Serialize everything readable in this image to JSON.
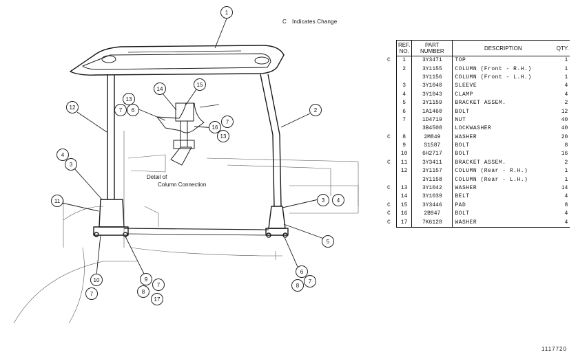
{
  "legend_note": {
    "symbol": "C",
    "text": "Indicates Change"
  },
  "detail_label": {
    "line1": "Detail of",
    "line2": "Column Connection"
  },
  "figure_id": "1117720",
  "callouts": [
    "1",
    "2",
    "12",
    "13",
    "7",
    "6",
    "14",
    "15",
    "16",
    "7",
    "13",
    "4",
    "3",
    "11",
    "3",
    "4",
    "5",
    "10",
    "7",
    "9",
    "7",
    "8",
    "17",
    "6",
    "8",
    "7"
  ],
  "parts_table": {
    "headers": {
      "ref": "REF. NO.",
      "part": "PART NUMBER",
      "desc": "DESCRIPTION",
      "qty": "QTY."
    },
    "rows": [
      {
        "chg": "C",
        "ref": "1",
        "part": "3Y3471",
        "desc": "TOP",
        "qty": "1"
      },
      {
        "chg": "",
        "ref": "2",
        "part": "3Y1155",
        "desc": "COLUMN (Front - R.H.)",
        "qty": "1"
      },
      {
        "chg": "",
        "ref": "",
        "part": "3Y1156",
        "desc": "COLUMN (Front - L.H.)",
        "qty": "1"
      },
      {
        "chg": "",
        "ref": "3",
        "part": "3Y1040",
        "desc": "SLEEVE",
        "qty": "4"
      },
      {
        "chg": "",
        "ref": "4",
        "part": "3Y1043",
        "desc": "CLAMP",
        "qty": "4"
      },
      {
        "chg": "",
        "ref": "5",
        "part": "3Y1159",
        "desc": "BRACKET ASSEM.",
        "qty": "2"
      },
      {
        "chg": "",
        "ref": "6",
        "part": "1A1460",
        "desc": "BOLT",
        "qty": "12"
      },
      {
        "chg": "",
        "ref": "7",
        "part": "1D4719",
        "desc": "NUT",
        "qty": "40"
      },
      {
        "chg": "",
        "ref": "",
        "part": "3B4508",
        "desc": "LOCKWASHER",
        "qty": "40"
      },
      {
        "chg": "C",
        "ref": "8",
        "part": "2M849",
        "desc": "WASHER",
        "qty": "20"
      },
      {
        "chg": "",
        "ref": "9",
        "part": "S1587",
        "desc": "BOLT",
        "qty": "8"
      },
      {
        "chg": "",
        "ref": "10",
        "part": "6H2717",
        "desc": "BOLT",
        "qty": "16"
      },
      {
        "chg": "C",
        "ref": "11",
        "part": "3Y3411",
        "desc": "BRACKET ASSEM.",
        "qty": "2"
      },
      {
        "chg": "",
        "ref": "12",
        "part": "3Y1157",
        "desc": "COLUMN (Rear - R.H.)",
        "qty": "1"
      },
      {
        "chg": "",
        "ref": "",
        "part": "3Y1158",
        "desc": "COLUMN (Rear - L.H.)",
        "qty": "1"
      },
      {
        "chg": "C",
        "ref": "13",
        "part": "3Y1042",
        "desc": "WASHER",
        "qty": "14"
      },
      {
        "chg": "",
        "ref": "14",
        "part": "3Y1039",
        "desc": "BELT",
        "qty": "4"
      },
      {
        "chg": "C",
        "ref": "15",
        "part": "3Y3446",
        "desc": "PAD",
        "qty": "8"
      },
      {
        "chg": "C",
        "ref": "16",
        "part": "2B947",
        "desc": "BOLT",
        "qty": "4"
      },
      {
        "chg": "C",
        "ref": "17",
        "part": "7K6128",
        "desc": "WASHER",
        "qty": "4"
      }
    ]
  }
}
